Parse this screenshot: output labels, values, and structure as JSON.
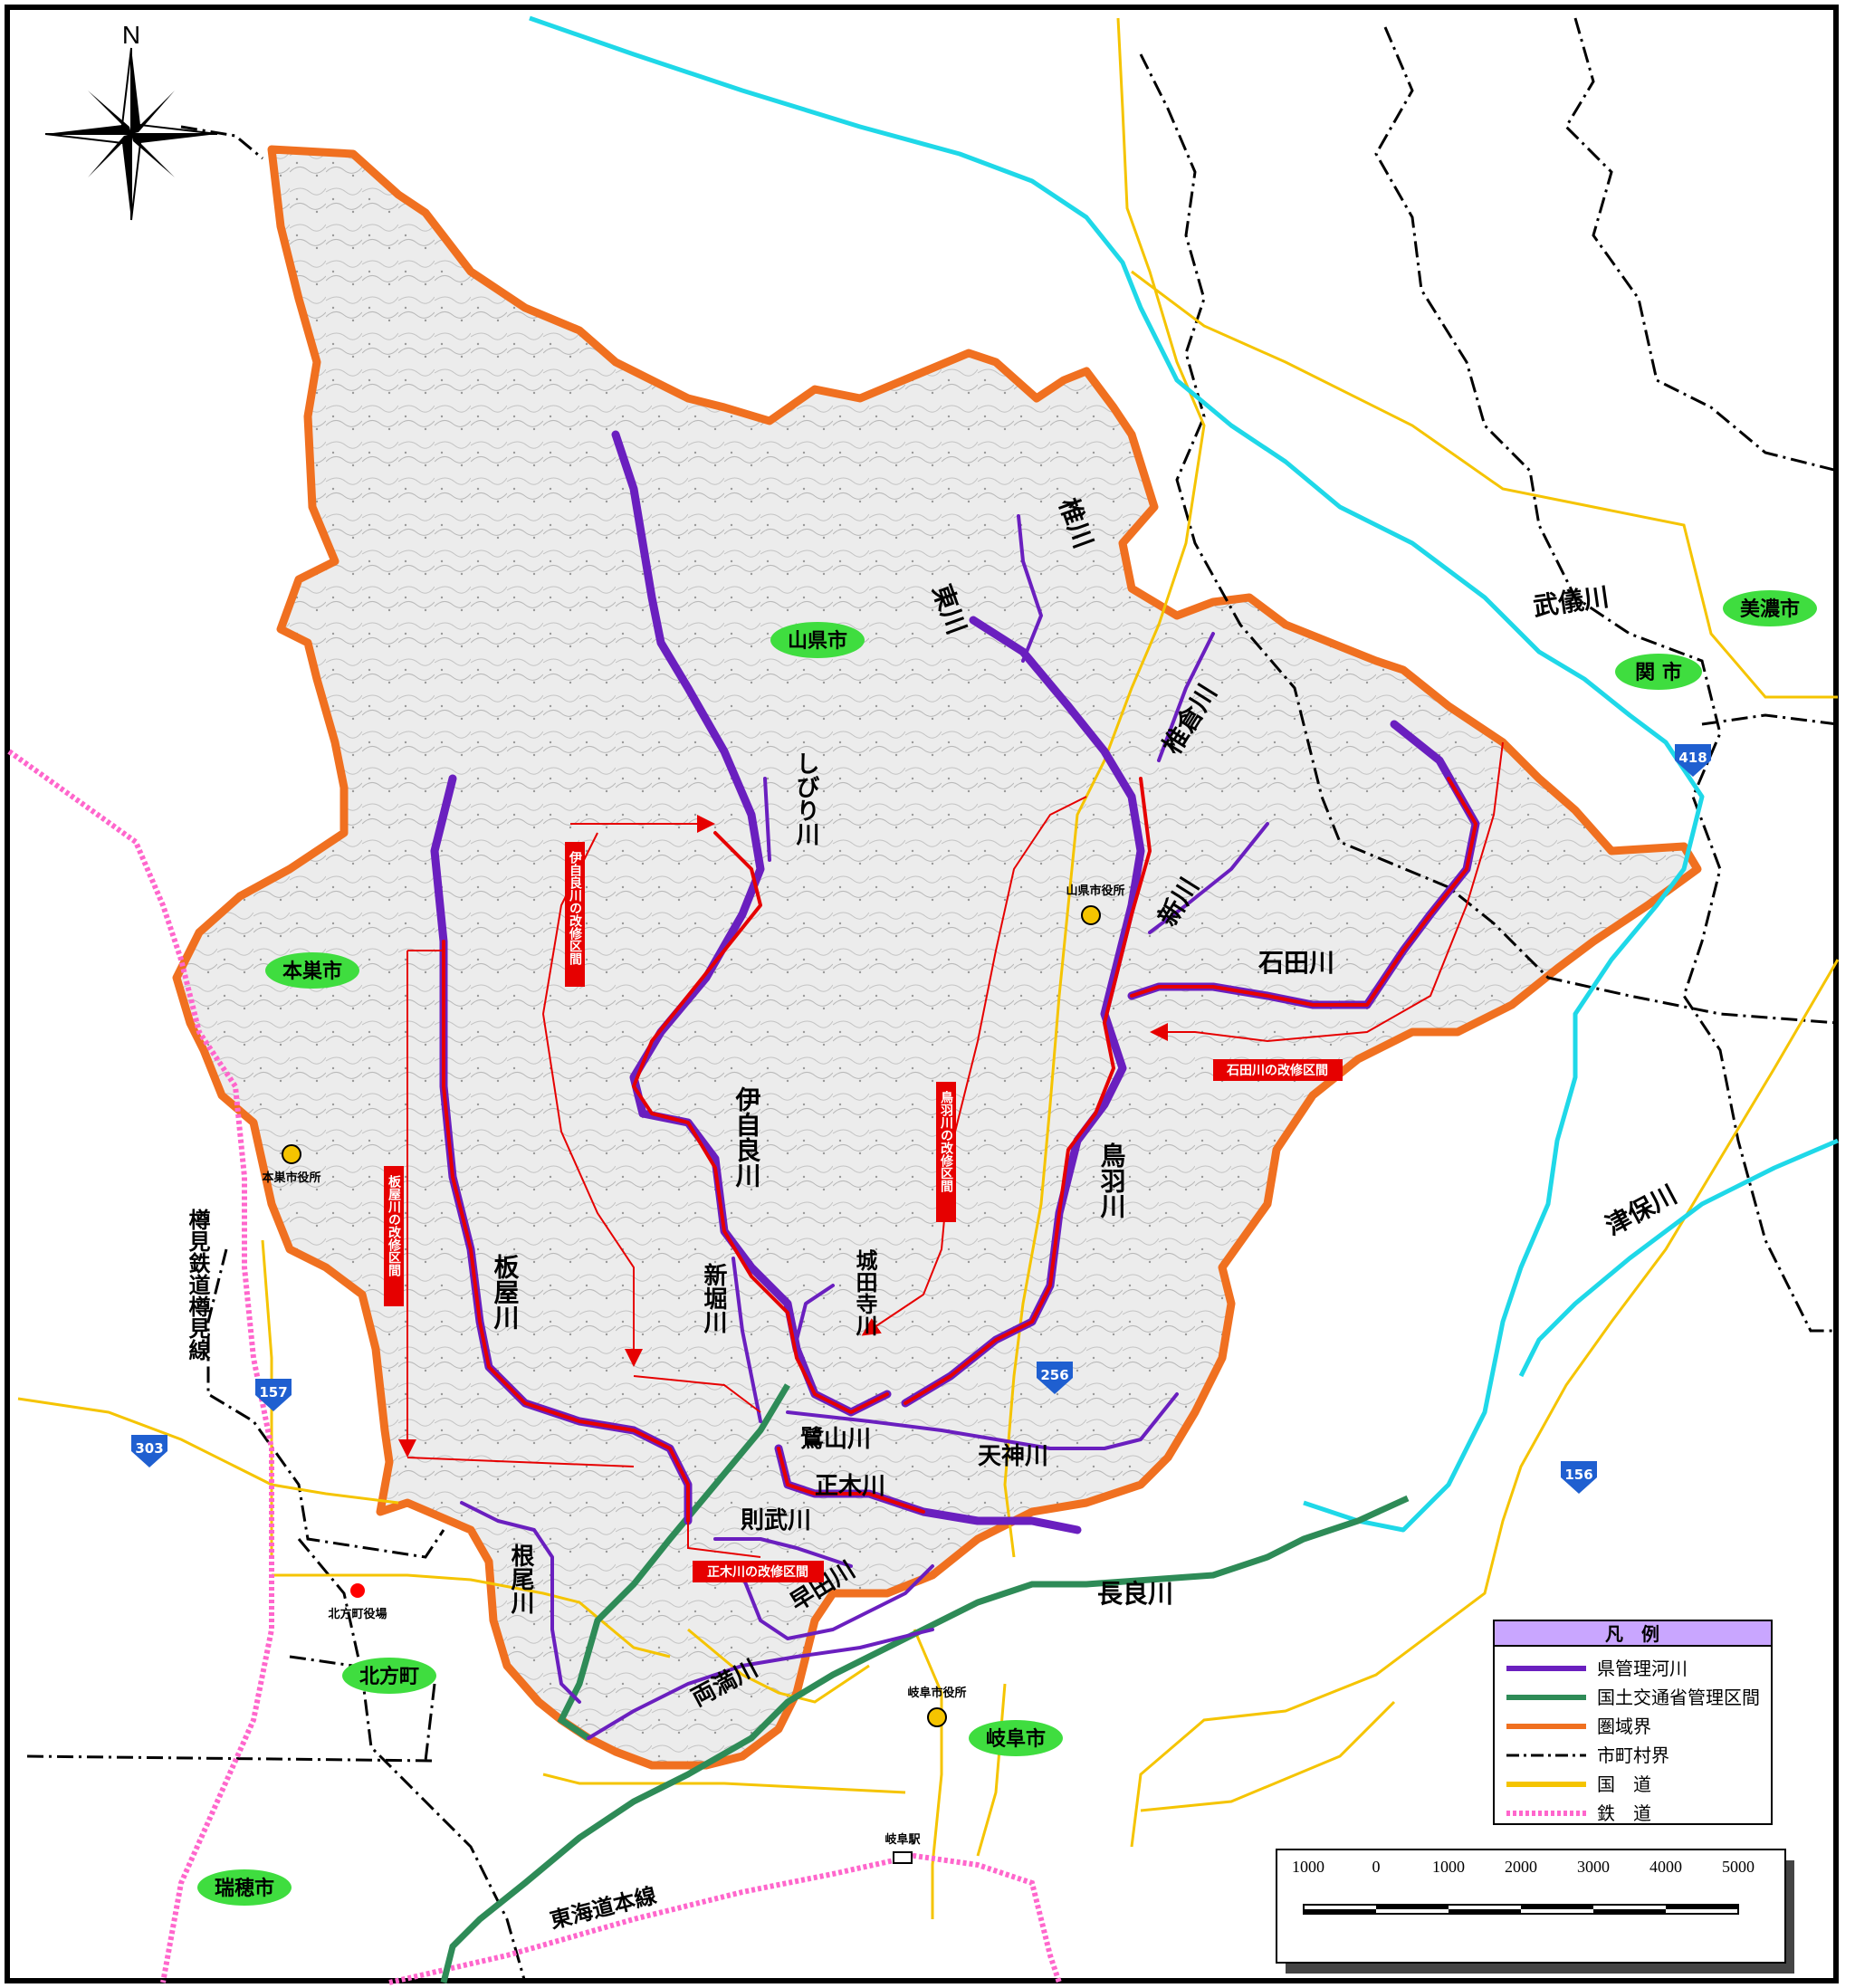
{
  "north_label": "N",
  "cities": {
    "yamagata": "山県市",
    "motosu": "本巣市",
    "mino": "美濃市",
    "seki": "関 市",
    "kitagata": "北方町",
    "mizuho": "瑞穂市",
    "gifu": "岐阜市"
  },
  "offices": {
    "yamagata": "山県市役所",
    "motosu": "本巣市役所",
    "kitagata": "北方町役場",
    "gifu": "岐阜市役所",
    "gifu_station": "岐阜駅"
  },
  "rivers": {
    "mugi": "武儀川",
    "tsubo": "津保川",
    "nagara": "長良川",
    "higashi": "東川",
    "shii": "椎川",
    "shiikura": "椎倉川",
    "shin": "新川",
    "ishida": "石田川",
    "toba": "鳥羽川",
    "ijira": "伊自良川",
    "shibiri": "しびり川",
    "itaya": "板屋川",
    "shinbori": "新堀川",
    "jodenji": "城田寺川",
    "sagiyama": "鷺山川",
    "tenjin": "天神川",
    "masaki": "正木川",
    "noritake": "則武川",
    "hayata": "早田川",
    "neo": "根尾川",
    "ryoman": "両満川"
  },
  "improvement_sections": {
    "ijira": "伊自良川の改修区間",
    "toba": "鳥羽川の改修区間",
    "itaya": "板屋川の改修区間",
    "ishida": "石田川の改修区間",
    "masaki": "正木川の改修区間"
  },
  "railways": {
    "tarumi": "樽見鉄道樽見線",
    "tokaido": "東海道本線"
  },
  "routes": [
    "418",
    "256",
    "157",
    "303",
    "156"
  ],
  "scale": {
    "labels": [
      "1000",
      "0",
      "1000",
      "2000",
      "3000",
      "4000",
      "5000"
    ]
  },
  "legend": {
    "title": "凡　例",
    "items": [
      {
        "label": "県管理河川",
        "color": "#6a1fbf",
        "style": "solid"
      },
      {
        "label": "国土交通省管理区間",
        "color": "#2e8b57",
        "style": "solid"
      },
      {
        "label": "圏域界",
        "color": "#f07020",
        "style": "solid"
      },
      {
        "label": "市町村界",
        "color": "#000000",
        "style": "dashdot"
      },
      {
        "label": "国　道",
        "color": "#f5c400",
        "style": "solid"
      },
      {
        "label": "鉄　道",
        "color": "#ff66cc",
        "style": "dotted"
      }
    ]
  },
  "colors": {
    "prefecture_river": "#6a1fbf",
    "mlit_section": "#2e8b57",
    "basin_boundary": "#f07020",
    "national_road": "#f5c400",
    "railway": "#ff66cc",
    "improvement": "#e60000",
    "external_river": "#1fd8e8",
    "city_pill": "#3fdd3f"
  }
}
